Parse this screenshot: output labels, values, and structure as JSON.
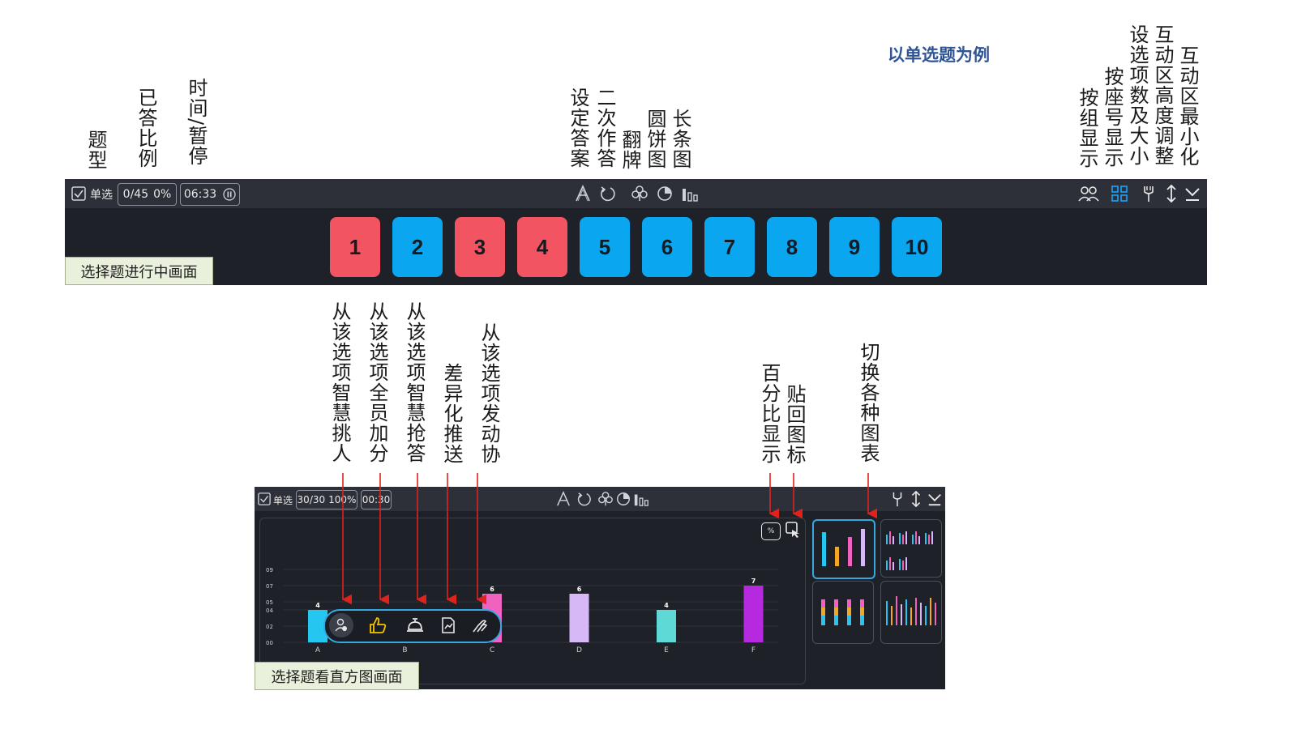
{
  "example_note": "以单选题为例",
  "top_labels": {
    "type": "题型",
    "answered_ratio": "已答比例",
    "time_pause": "时间/暂停",
    "set_answer": "设定答案",
    "second_answer": "二次作答",
    "flip": "翻牌",
    "pie": "圆饼图",
    "bar": "长条图",
    "group_display": "按组显示",
    "seat_display": "按座号显示",
    "option_count_size": "设选项数及大小",
    "height_adjust": "互动区高度调整",
    "minimize": "互动区最小化"
  },
  "toolbar1": {
    "type_label": "单选",
    "ratio": "0/45",
    "percent": "0%",
    "time": "06:33"
  },
  "answer_buttons": [
    {
      "label": "1",
      "state": "answered"
    },
    {
      "label": "2",
      "state": "pending"
    },
    {
      "label": "3",
      "state": "answered"
    },
    {
      "label": "4",
      "state": "answered"
    },
    {
      "label": "5",
      "state": "pending"
    },
    {
      "label": "6",
      "state": "pending"
    },
    {
      "label": "7",
      "state": "pending"
    },
    {
      "label": "8",
      "state": "pending"
    },
    {
      "label": "9",
      "state": "pending"
    },
    {
      "label": "10",
      "state": "pending"
    }
  ],
  "caption1": "选择题进行中画面",
  "bottom_labels": {
    "smart_pick": "从该选项智慧挑人",
    "all_plus": "从该选项全员加分",
    "smart_rush": "从该选项智慧抢答",
    "diff_push": "差异化推送",
    "collab": "从该选项发动协",
    "percent_show": "百分比显示",
    "paste_icon": "贴回图标",
    "switch_chart": "切换各种图表"
  },
  "toolbar2": {
    "type_label": "单选",
    "ratio": "30/30",
    "percent": "100%",
    "time": "00:30"
  },
  "caption2": "选择题看直方图画面",
  "colors": {
    "answered": "#f25561",
    "pending": "#0aa6f0",
    "annotation_arrow": "#e0221c",
    "panel_bg": "#1e2128"
  },
  "chart_data": {
    "type": "bar",
    "categories": [
      "A",
      "B",
      "C",
      "D",
      "E",
      "F"
    ],
    "values": [
      4,
      null,
      6,
      6,
      4,
      7
    ],
    "data_labels": [
      "4",
      "",
      "6",
      "6",
      "4",
      "7"
    ],
    "bar_colors": [
      "#25c6f0",
      "#f5b82e",
      "#f062c0",
      "#d6b8f7",
      "#5fd9d6",
      "#b52adf"
    ],
    "y_ticks": [
      "00",
      "02",
      "04",
      "05",
      "07",
      "09"
    ],
    "ylim": [
      0,
      9
    ],
    "grid": true
  }
}
